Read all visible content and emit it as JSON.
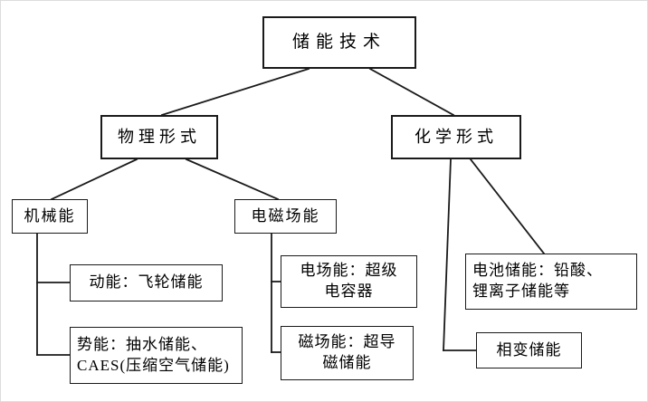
{
  "diagram": {
    "title": "储能技术",
    "nodes": {
      "root": {
        "label": "储能技术"
      },
      "physical": {
        "label": "物理形式"
      },
      "chemical": {
        "label": "化学形式"
      },
      "mechanical": {
        "label": "机械能"
      },
      "electromagnetic": {
        "label": "电磁场能"
      },
      "kinetic": {
        "label": "动能：飞轮储能"
      },
      "potential": {
        "line1": "势能：抽水储能、",
        "line2": "CAES(压缩空气储能)"
      },
      "electric_field": {
        "line1": "电场能：超级",
        "line2": "电容器"
      },
      "magnetic_field": {
        "line1": "磁场能：超导",
        "line2": "磁储能"
      },
      "battery": {
        "line1": "电池储能：铅酸、",
        "line2": "锂离子储能等"
      },
      "phase_change": {
        "label": "相变储能"
      }
    },
    "edges": [
      {
        "from": "储能技术",
        "to": "物理形式"
      },
      {
        "from": "储能技术",
        "to": "化学形式"
      },
      {
        "from": "物理形式",
        "to": "机械能"
      },
      {
        "from": "物理形式",
        "to": "电磁场能"
      },
      {
        "from": "机械能",
        "to": "动能：飞轮储能"
      },
      {
        "from": "机械能",
        "to": "势能：抽水储能、CAES(压缩空气储能)"
      },
      {
        "from": "电磁场能",
        "to": "电场能：超级电容器"
      },
      {
        "from": "电磁场能",
        "to": "磁场能：超导磁储能"
      },
      {
        "from": "化学形式",
        "to": "电池储能：铅酸、锂离子储能等"
      },
      {
        "from": "化学形式",
        "to": "相变储能"
      }
    ],
    "colors": {
      "line": "#1a1a1a",
      "box_border": "#1a1a1a",
      "box_fill": "#ffffff",
      "text": "#000000",
      "background": "#ffffff"
    }
  }
}
